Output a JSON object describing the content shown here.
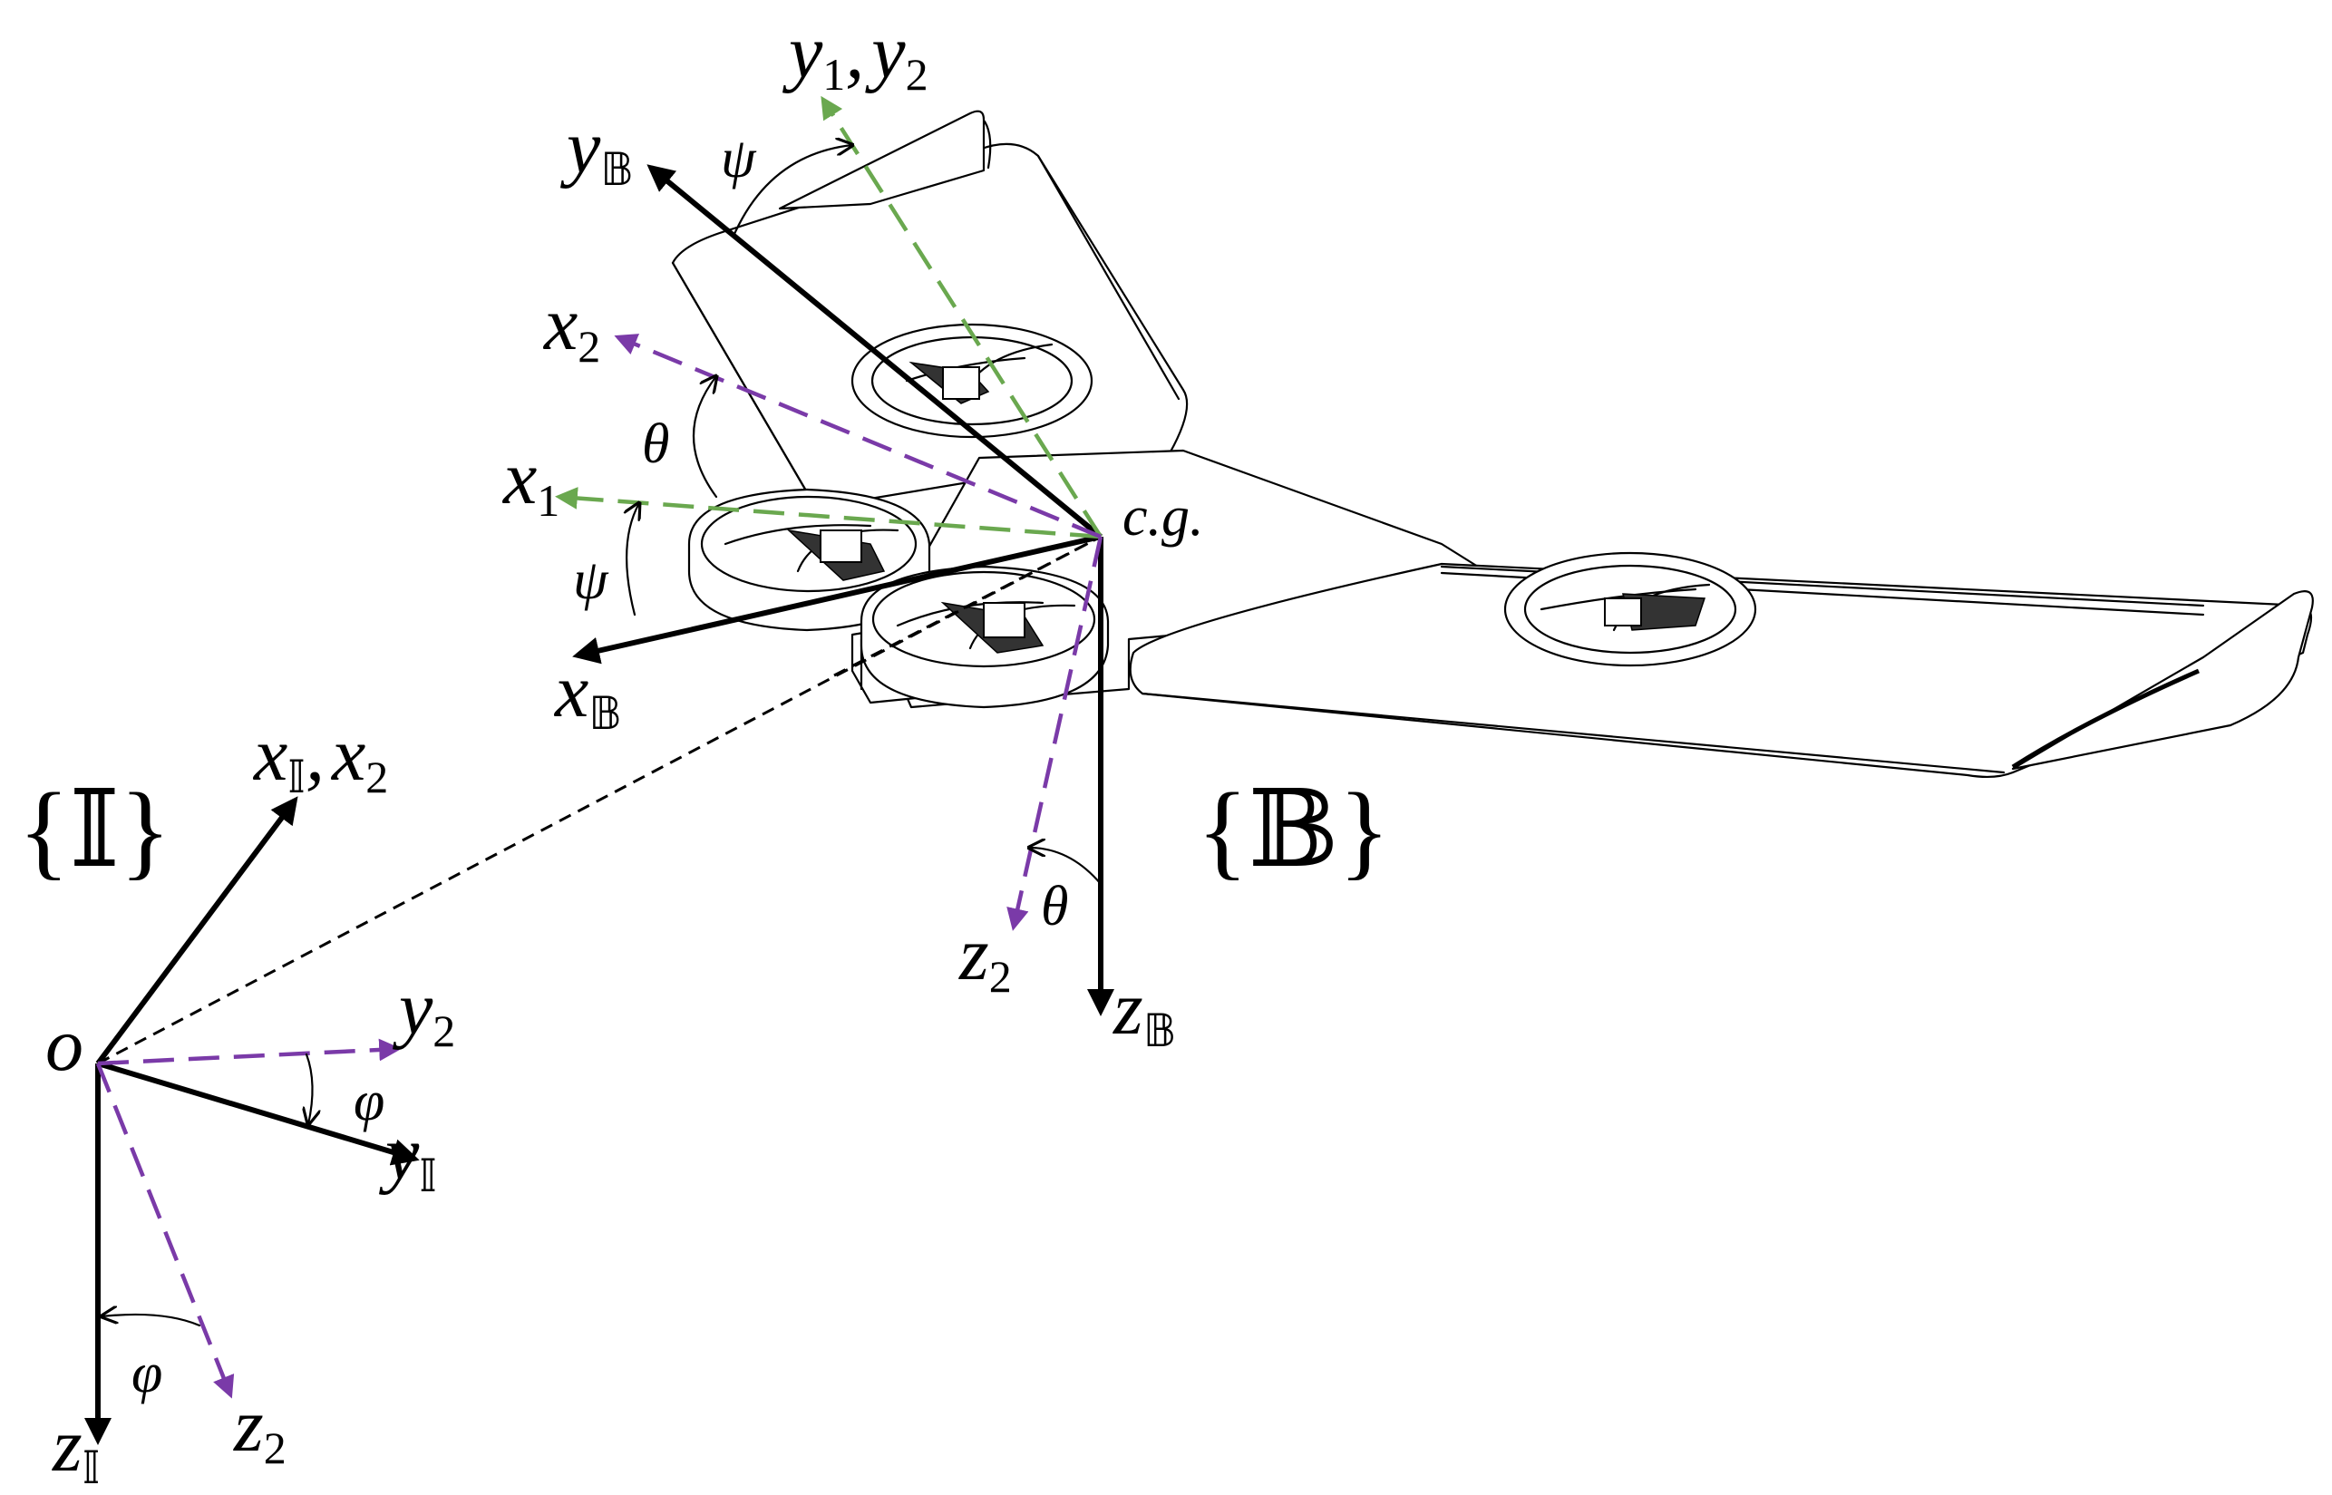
{
  "frames": {
    "inertial": {
      "label": "{𝕀}",
      "symbol": "𝕀"
    },
    "body": {
      "label": "{𝔹}",
      "symbol": "𝔹"
    }
  },
  "labels": {
    "origin": "o",
    "cg": "c.g.",
    "x": "x",
    "y": "y",
    "z": "z",
    "sub_1": "1",
    "sub_2": "2",
    "comma": ",",
    "psi": "ψ",
    "theta": "θ",
    "phi": "φ"
  },
  "colors": {
    "axis_black": "#000000",
    "frame1_green": "#6aa84f",
    "frame2_purple": "#7a3aa8",
    "background": "#ffffff"
  },
  "icons": {
    "aircraft": "tri-rotor-vtol-flying-wing-icon",
    "rotor": "ducted-propeller-icon"
  }
}
